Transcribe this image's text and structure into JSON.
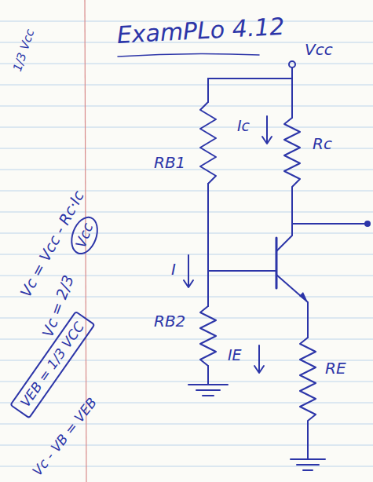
{
  "diagram": {
    "title": "ExamPLo 4.12",
    "nodes": [
      {
        "text": [
          "Vcc"
        ]
      },
      {
        "text": [
          "VEB = 1/3 VCC"
        ]
      }
    ],
    "labels": [
      "1/3 Vcc",
      "Vc = Vcc - Rc·Ic",
      "Vc = 2/3",
      "Vc - VB = VEB",
      "Vcc",
      "RB1",
      "RB2",
      "Rc",
      "RE",
      "Ic",
      "IE",
      "I"
    ]
  }
}
